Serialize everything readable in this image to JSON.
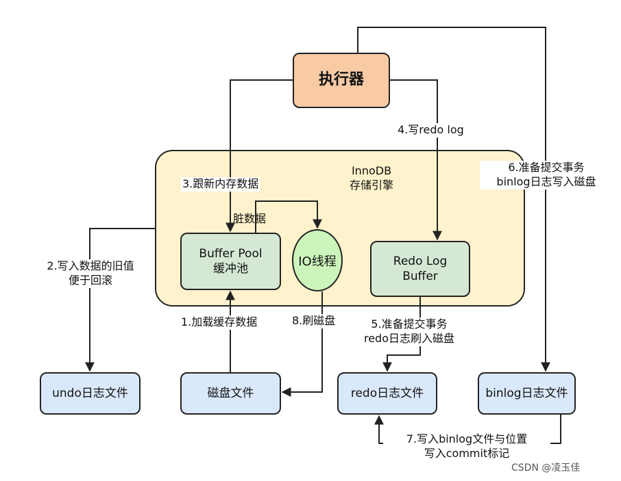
{
  "diagram": {
    "executor": "执行器",
    "innodb": {
      "line1": "InnoDB",
      "line2": "存储引擎"
    },
    "buffer_pool": {
      "line1": "Buffer Pool",
      "line2": "缓冲池"
    },
    "io_thread": "IO线程",
    "redo_log_buffer": {
      "line1": "Redo Log",
      "line2": "Buffer"
    },
    "files": {
      "undo": "undo日志文件",
      "disk": "磁盘文件",
      "redo": "redo日志文件",
      "binlog": "binlog日志文件"
    },
    "steps": {
      "s1": "1.加载缓存数据",
      "s2": {
        "line1": "2.写入数据的旧值",
        "line2": "便于回滚"
      },
      "s3": "3.跟新内存数据",
      "s4": "4.写redo log",
      "s5": {
        "line1": "5.准备提交事务",
        "line2": "redo日志刷入磁盘"
      },
      "s6": {
        "line1": "6.准备提交事务",
        "line2": "binlog日志写入磁盘"
      },
      "s7": {
        "line1": "7.写入binlog文件与位置",
        "line2": "写入commit标记"
      },
      "s8": "8.刷磁盘"
    },
    "dirty_data": "脏数据"
  },
  "watermark": "CSDN @凌玉佳",
  "colors": {
    "executor": "#f8cba5",
    "innodb": "#fff2cc",
    "component": "#d5e8d4",
    "io_thread": "#ccf5bb",
    "file": "#dae8fc",
    "line": "#222222"
  }
}
